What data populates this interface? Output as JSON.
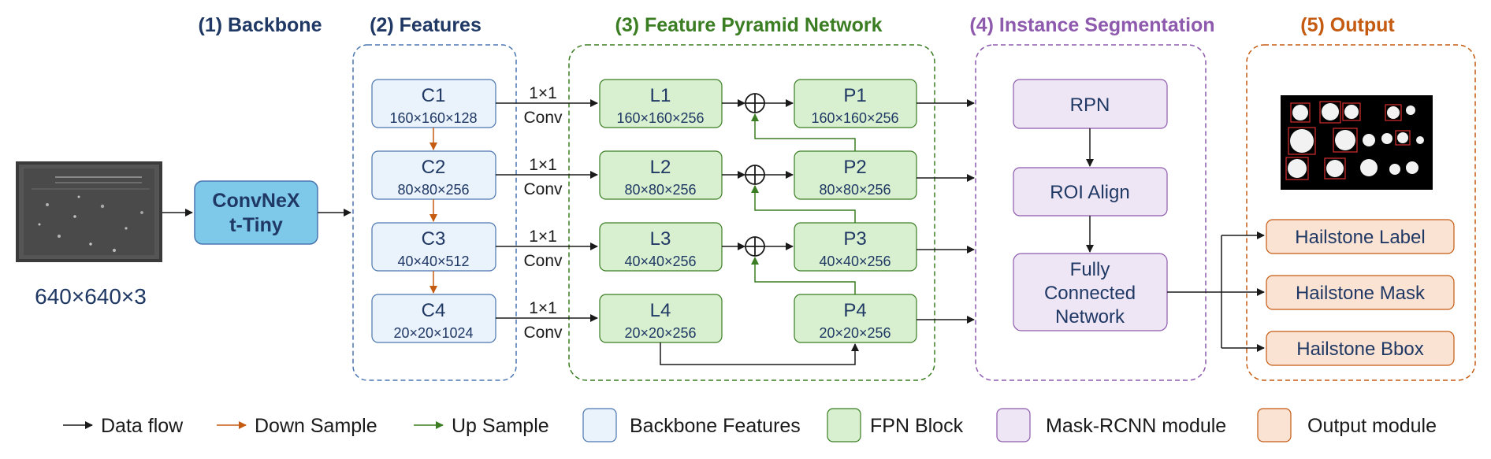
{
  "sections": {
    "backbone": {
      "title": "(1) Backbone",
      "color": "#1f3864"
    },
    "features": {
      "title": "(2) Features",
      "color": "#1f3864"
    },
    "fpn": {
      "title": "(3) Feature Pyramid Network",
      "color": "#3a7d22"
    },
    "instance": {
      "title": "(4) Instance Segmentation",
      "color": "#8e5aad"
    },
    "output": {
      "title": "(5) Output",
      "color": "#c55a11"
    }
  },
  "input": {
    "dims": "640×640×3"
  },
  "backbone_block": {
    "line1": "ConvNeX",
    "line2": "t-Tiny"
  },
  "features": [
    {
      "name": "C1",
      "dims": "160×160×128"
    },
    {
      "name": "C2",
      "dims": "80×80×256"
    },
    {
      "name": "C3",
      "dims": "40×40×512"
    },
    {
      "name": "C4",
      "dims": "20×20×1024"
    }
  ],
  "conv_label": {
    "top": "1×1",
    "bottom": "Conv"
  },
  "lateral": [
    {
      "name": "L1",
      "dims": "160×160×256"
    },
    {
      "name": "L2",
      "dims": "80×80×256"
    },
    {
      "name": "L3",
      "dims": "40×40×256"
    },
    {
      "name": "L4",
      "dims": "20×20×256"
    }
  ],
  "pyramid": [
    {
      "name": "P1",
      "dims": "160×160×256"
    },
    {
      "name": "P2",
      "dims": "80×80×256"
    },
    {
      "name": "P3",
      "dims": "40×40×256"
    },
    {
      "name": "P4",
      "dims": "20×20×256"
    }
  ],
  "instance": {
    "rpn": "RPN",
    "roi": "ROI Align",
    "fc": [
      "Fully",
      "Connected",
      "Network"
    ]
  },
  "outputs": [
    "Hailstone Label",
    "Hailstone Mask",
    "Hailstone Bbox"
  ],
  "legend": {
    "data_flow": "Data flow",
    "down_sample": "Down Sample",
    "up_sample": "Up Sample",
    "backbone_features": "Backbone Features",
    "fpn_block": "FPN Block",
    "mask_rcnn": "Mask-RCNN module",
    "output_module": "Output module"
  },
  "colors": {
    "data_flow": "#1a1a1a",
    "down_sample": "#c55a11",
    "up_sample": "#3a7d22",
    "backbone_fill": "#eaf2fb",
    "backbone_stroke": "#4a76b0",
    "fpn_fill": "#d8f0d0",
    "fpn_stroke": "#3a7d22",
    "mask_fill": "#eee6f5",
    "mask_stroke": "#8e5aad",
    "output_fill": "#fbe3d4",
    "output_stroke": "#c55a11",
    "convnext_fill": "#7ec8ea"
  }
}
